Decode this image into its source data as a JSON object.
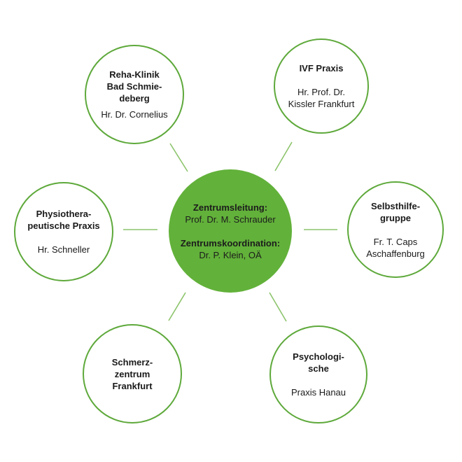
{
  "colors": {
    "accent": "#62b13a",
    "circle_border": "#5ea93b",
    "connector": "#8cc46b"
  },
  "center": {
    "leitung_label": "Zentrumsleitung:",
    "leitung_name": "Prof. Dr. M. Schrauder",
    "koordination_label": "Zentrumskoordination:",
    "koordination_name": "Dr. P. Klein, OÄ"
  },
  "nodes": {
    "reha": {
      "title": "Reha-Klinik\nBad Schmie-\ndeberg",
      "subtitle": "Hr. Dr. Cornelius"
    },
    "ivf": {
      "title": "IVF Praxis",
      "subtitle": "Hr. Prof. Dr.\nKissler Frankfurt"
    },
    "physio": {
      "title": "Physiothera-\npeutische Praxis",
      "subtitle": "Hr. Schneller"
    },
    "selbsthilfe": {
      "title": "Selbsthilfe-\ngruppe",
      "subtitle": "Fr. T. Caps\nAschaffenburg"
    },
    "schmerz": {
      "title": "Schmerz-\nzentrum\nFrankfurt",
      "subtitle": ""
    },
    "psycho": {
      "title": "Psychologi-\nsche",
      "subtitle": "Praxis Hanau"
    }
  }
}
